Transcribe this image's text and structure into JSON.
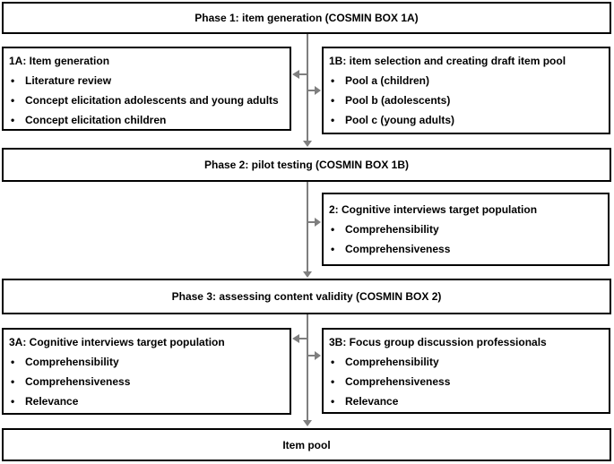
{
  "title": "COSMIN item development flow diagram",
  "bullet_glyph": "•",
  "colors": {
    "background": "#ffffff",
    "box_border": "#000000",
    "text": "#000000",
    "arrow": "#7f7f7f"
  },
  "phases": [
    {
      "label": "Phase 1: item generation (COSMIN BOX 1A)"
    },
    {
      "label": "Phase 2: pilot testing (COSMIN BOX 1B)"
    },
    {
      "label": "Phase 3: assessing content validity (COSMIN BOX 2)"
    },
    {
      "label": "Item pool"
    }
  ],
  "boxes": {
    "box1a": {
      "title": "1A: Item generation",
      "bullets": [
        "Literature review",
        "Concept elicitation adolescents and young adults",
        "Concept elicitation children"
      ]
    },
    "box1b": {
      "title": "1B: item selection and creating draft item pool",
      "bullets": [
        "Pool a (children)",
        "Pool b (adolescents)",
        "Pool c (young adults)"
      ]
    },
    "box2": {
      "title": "2: Cognitive interviews target population",
      "bullets": [
        "Comprehensibility",
        "Comprehensiveness"
      ]
    },
    "box3a": {
      "title": "3A: Cognitive interviews target population",
      "bullets": [
        "Comprehensibility",
        "Comprehensiveness",
        "Relevance"
      ]
    },
    "box3b": {
      "title": "3B: Focus group discussion professionals",
      "bullets": [
        "Comprehensibility",
        "Comprehensiveness",
        "Relevance"
      ]
    }
  }
}
